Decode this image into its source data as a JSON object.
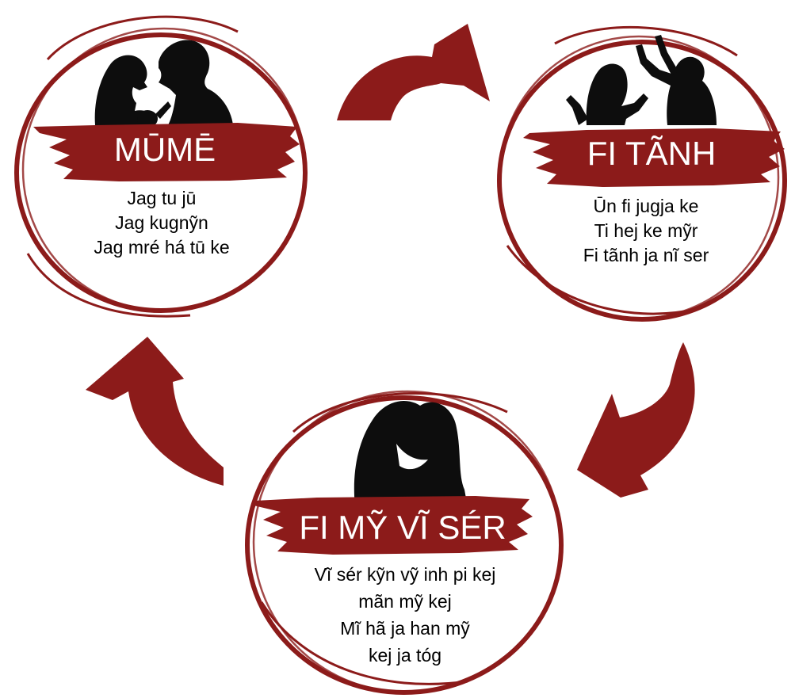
{
  "colors": {
    "accent": "#8c1b1a",
    "silhouette": "#0d0d0d",
    "background": "#ffffff"
  },
  "stages": [
    {
      "id": "mume",
      "title": "MŪMĒ",
      "lines": [
        "Jag tu jū",
        "Jag kugnỹn",
        "Jag mré há tū ke"
      ],
      "icon": "couple-with-baby-silhouette-icon"
    },
    {
      "id": "fi-tanh",
      "title": "FI TÃNH",
      "lines": [
        "Ūn fi jugja ke",
        "Ti hej ke mỹr",
        "Fi tãnh ja nĩ ser"
      ],
      "icon": "domestic-violence-silhouette-icon"
    },
    {
      "id": "fi-my-vi-ser",
      "title": "FI MỸ VĨ SÉR",
      "lines": [
        "Vĩ sér kỹn vỹ inh pi kej",
        "mãn mỹ kej",
        "Mĩ hã ja han mỹ",
        "kej ja tóg"
      ],
      "icon": "embracing-couple-silhouette-icon"
    }
  ],
  "arrows": [
    {
      "from": "mume",
      "to": "fi-tanh",
      "icon": "curved-arrow-icon"
    },
    {
      "from": "fi-tanh",
      "to": "fi-my-vi-ser",
      "icon": "curved-arrow-icon"
    },
    {
      "from": "fi-my-vi-ser",
      "to": "mume",
      "icon": "curved-arrow-icon"
    }
  ]
}
